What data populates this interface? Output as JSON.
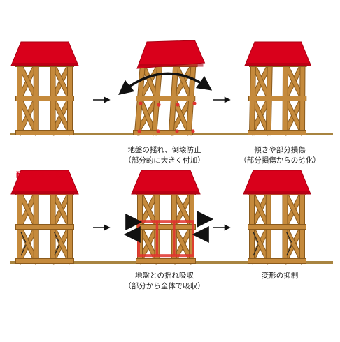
{
  "row1": {
    "title": "耐震住宅",
    "caption_middle": {
      "line1": "地盤の揺れ、倒壊防止",
      "line2": "（部分的に大きく付加）"
    },
    "caption_right": {
      "line1": "傾きや部分損傷",
      "line2": "（部分損傷からの劣化）"
    }
  },
  "row2": {
    "title": "耐震住宅 + 制震",
    "caption_middle": {
      "line1": "地盤との揺れ吸収",
      "line2": "（部分から全体で吸収）"
    },
    "caption_right": {
      "line1": "変形の抑制"
    }
  },
  "colors": {
    "roof": "#d9001b",
    "roof_edge": "#a90012",
    "wood": "#c58a3c",
    "wood_dark": "#8a5a1c",
    "ground": "#a88440",
    "accent_red": "#e0332e",
    "arrow": "#111111"
  },
  "icons": [
    "right-arrow-icon",
    "curved-double-arrow-icon",
    "push-arrow-icon",
    "damper-icon"
  ]
}
